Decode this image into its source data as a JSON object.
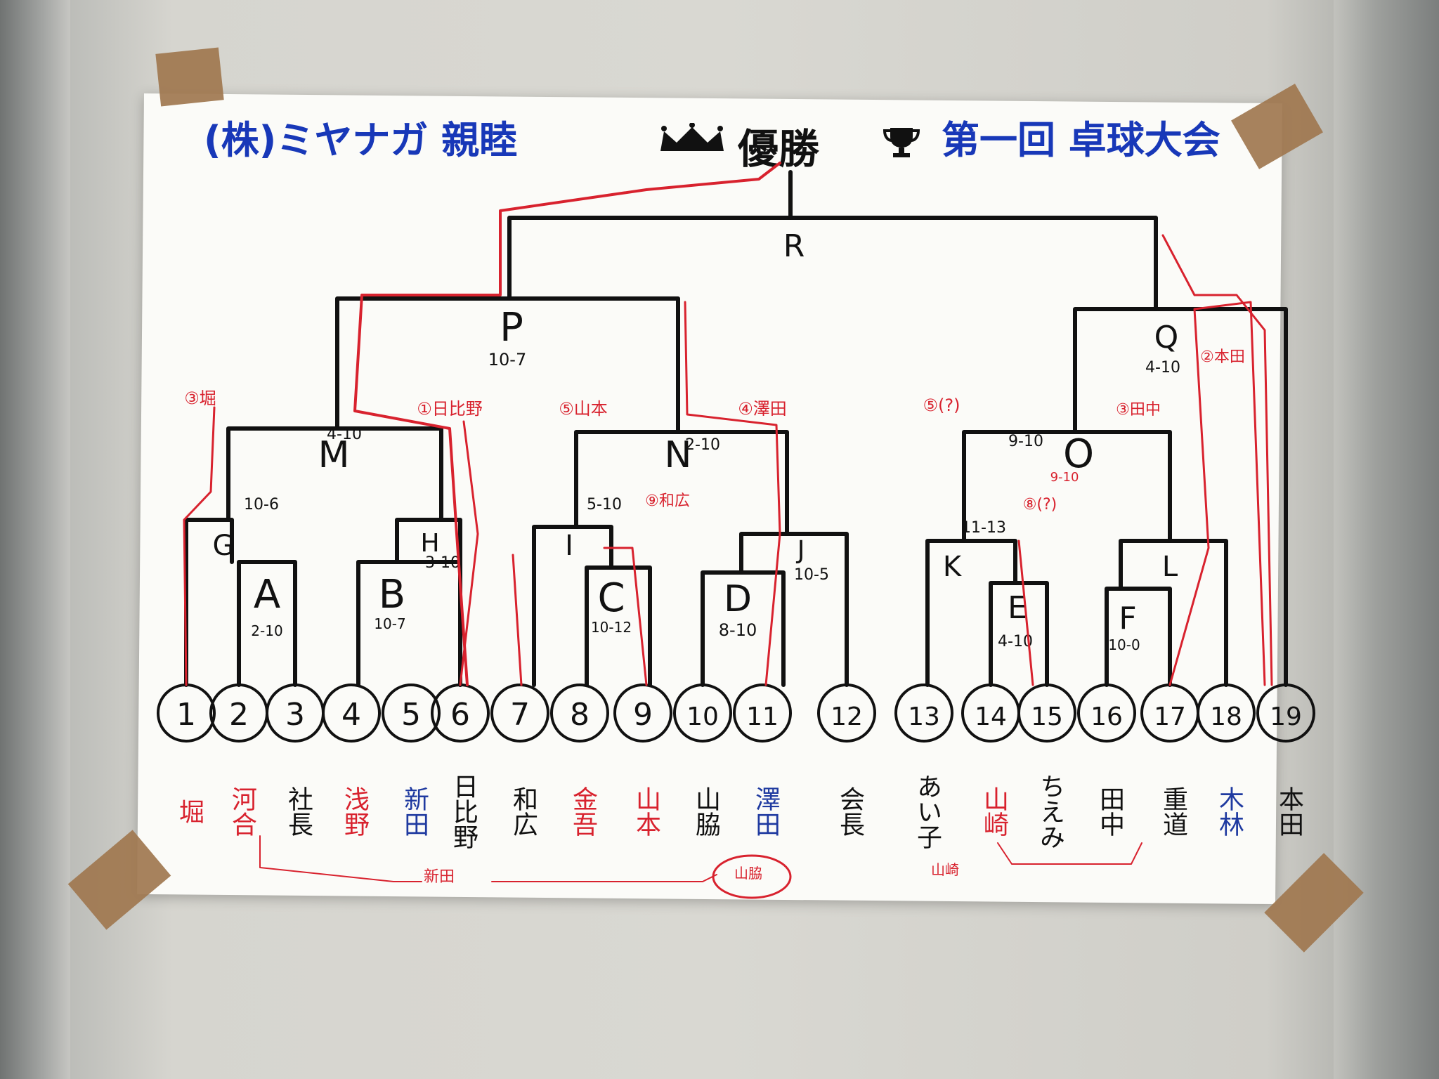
{
  "title": {
    "left": "(株)ミヤナガ 親睦",
    "center": "優勝",
    "right": "第一回 卓球大会"
  },
  "players": [
    {
      "num": "1",
      "name": "堀",
      "color": "red"
    },
    {
      "num": "2",
      "name": "河合",
      "color": "red"
    },
    {
      "num": "3",
      "name": "社長",
      "color": "black"
    },
    {
      "num": "4",
      "name": "浅野",
      "color": "red"
    },
    {
      "num": "5",
      "name": "新田",
      "color": "blue"
    },
    {
      "num": "6",
      "name": "日比野",
      "color": "black"
    },
    {
      "num": "7",
      "name": "和広",
      "color": "black"
    },
    {
      "num": "8",
      "name": "金吾",
      "color": "red"
    },
    {
      "num": "9",
      "name": "山本",
      "color": "red"
    },
    {
      "num": "10",
      "name": "山脇",
      "color": "black"
    },
    {
      "num": "11",
      "name": "澤田",
      "color": "blue"
    },
    {
      "num": "12",
      "name": "会長",
      "color": "black"
    },
    {
      "num": "13",
      "name": "あい子",
      "color": "black"
    },
    {
      "num": "14",
      "name": "山崎",
      "color": "red"
    },
    {
      "num": "15",
      "name": "ちえみ",
      "color": "black"
    },
    {
      "num": "16",
      "name": "田中",
      "color": "black"
    },
    {
      "num": "17",
      "name": "重道",
      "color": "black"
    },
    {
      "num": "18",
      "name": "木林",
      "color": "blue"
    },
    {
      "num": "19",
      "name": "本田",
      "color": "black"
    }
  ],
  "matches": {
    "A": {
      "letter": "A",
      "score": "2-10"
    },
    "B": {
      "letter": "B",
      "score": "10-7"
    },
    "C": {
      "letter": "C",
      "score": "10-12"
    },
    "D": {
      "letter": "D",
      "score": "8-10"
    },
    "E": {
      "letter": "E",
      "score": "4-10"
    },
    "F": {
      "letter": "F",
      "score": "10-0"
    },
    "G": {
      "letter": "G",
      "score": "10-6"
    },
    "H": {
      "letter": "H",
      "score": "3-10"
    },
    "I": {
      "letter": "I",
      "score": "5-10"
    },
    "J": {
      "letter": "J",
      "score": "10-5"
    },
    "K": {
      "letter": "K",
      "score": "11-13"
    },
    "L": {
      "letter": "L",
      "score": ""
    },
    "M": {
      "letter": "M",
      "score": "4-10"
    },
    "N": {
      "letter": "N",
      "score": "2-10"
    },
    "O": {
      "letter": "O",
      "score": "9-10"
    },
    "P": {
      "letter": "P",
      "score": "10-7"
    },
    "Q": {
      "letter": "Q",
      "score": "4-10"
    },
    "R": {
      "letter": "R",
      "score": ""
    }
  },
  "annotations": {
    "m_left": "③堀",
    "m_right": "①日比野",
    "n_left": "⑤山本",
    "n_right": "④澤田",
    "n_mid": "⑨和広",
    "o_left": "⑤(?)",
    "o_mid": "⑧(?)",
    "o_score2": "9-10",
    "q_right": "②本田",
    "q_mid": "③田中",
    "bottom_1": "新田",
    "bottom_2": "山脇",
    "bottom_3": "山崎"
  }
}
